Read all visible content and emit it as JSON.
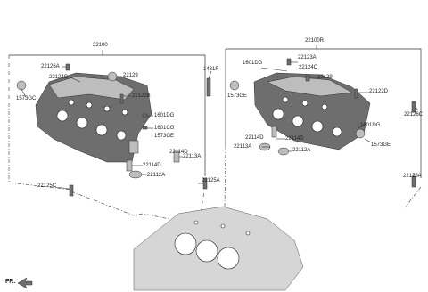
{
  "left_group": {
    "title": "22100",
    "labels": {
      "l22126A": "22126A",
      "l22124C": "22124C",
      "l22129": "22129",
      "l1573GC": "1573GC",
      "l22122B": "22122B",
      "l1431F": "1431F",
      "l1601DG_a": "1601DG",
      "l1601CG": "1601CG",
      "l1573GE": "1573GE",
      "l22114D_a": "22114D",
      "l22113A": "22113A",
      "l22114D_b": "22114D",
      "l22112A": "22112A",
      "l22125A": "22125A",
      "l22125C": "22125C"
    }
  },
  "right_group": {
    "title": "22100R",
    "labels": {
      "r1601DG": "1601DG",
      "r22123A": "22123A",
      "r22124C": "22124C",
      "r22129": "22129",
      "r1573GE_a": "1573GE",
      "r22122D": "22122D",
      "r22126C": "22126C",
      "r1601DG_b": "1601DG",
      "r22114D": "22114D",
      "r22113A": "22113A",
      "r22114D_b": "22114D",
      "r22112A": "22112A",
      "r1573GE_b": "1573GE",
      "r22125A": "22125A"
    }
  },
  "footer": {
    "fr": "FR."
  }
}
